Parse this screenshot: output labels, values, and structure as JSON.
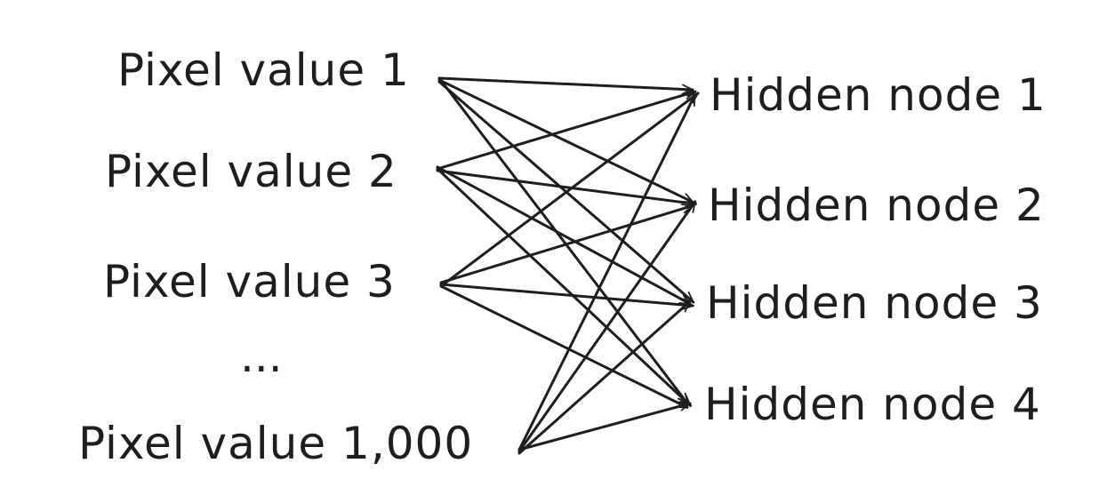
{
  "diagram": {
    "inputs": [
      {
        "id": "p1",
        "label": "Pixel value 1"
      },
      {
        "id": "p2",
        "label": "Pixel value 2"
      },
      {
        "id": "p3",
        "label": "Pixel value 3"
      },
      {
        "id": "p1000",
        "label": "Pixel value 1,000"
      }
    ],
    "ellipsis": "...",
    "hidden": [
      {
        "id": "h1",
        "label": "Hidden node 1"
      },
      {
        "id": "h2",
        "label": "Hidden node 2"
      },
      {
        "id": "h3",
        "label": "Hidden node 3"
      },
      {
        "id": "h4",
        "label": "Hidden node 4"
      }
    ],
    "edges": [
      [
        "p1",
        "h1"
      ],
      [
        "p1",
        "h2"
      ],
      [
        "p1",
        "h3"
      ],
      [
        "p1",
        "h4"
      ],
      [
        "p2",
        "h1"
      ],
      [
        "p2",
        "h2"
      ],
      [
        "p2",
        "h3"
      ],
      [
        "p2",
        "h4"
      ],
      [
        "p3",
        "h1"
      ],
      [
        "p3",
        "h2"
      ],
      [
        "p3",
        "h3"
      ],
      [
        "p3",
        "h4"
      ],
      [
        "p1000",
        "h1"
      ],
      [
        "p1000",
        "h2"
      ],
      [
        "p1000",
        "h3"
      ],
      [
        "p1000",
        "h4"
      ]
    ],
    "colors": {
      "ink": "#1e1e1e",
      "background": "#ffffff"
    }
  }
}
